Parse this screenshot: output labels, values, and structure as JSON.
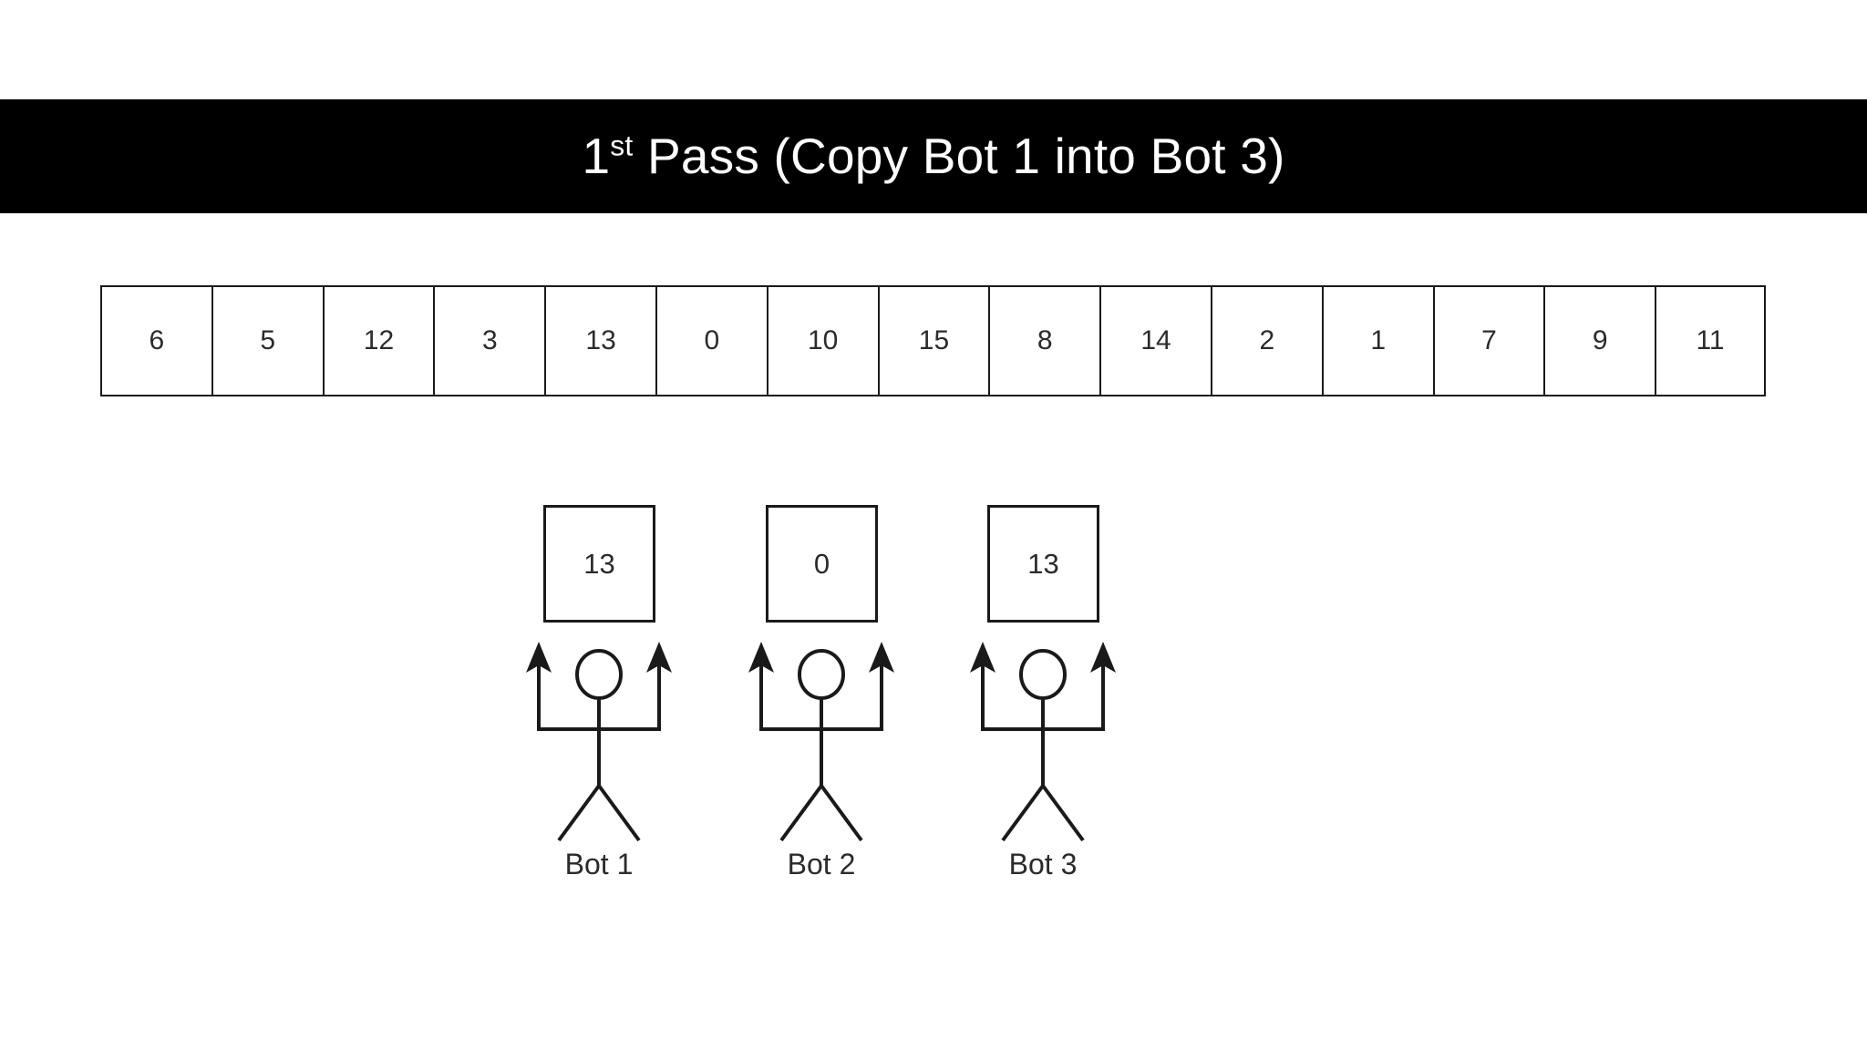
{
  "banner": {
    "title_lead": "1",
    "title_sup": "st",
    "title_rest": " Pass (Copy Bot 1 into Bot 3)",
    "background_color": "#000000",
    "text_color": "#ffffff"
  },
  "array": {
    "label": "array-row",
    "cell_count": 15,
    "values": [
      "6",
      "5",
      "12",
      "3",
      "13",
      "0",
      "10",
      "15",
      "8",
      "14",
      "2",
      "1",
      "7",
      "9",
      "11"
    ],
    "border_color": "#1a1a1a",
    "text_color": "#2b2b2b"
  },
  "bots": [
    {
      "label": "Bot 1",
      "value": "13",
      "icon": "stick-figure-arms-up-icon"
    },
    {
      "label": "Bot 2",
      "value": "0",
      "icon": "stick-figure-arms-up-icon"
    },
    {
      "label": "Bot 3",
      "value": "13",
      "icon": "stick-figure-arms-up-icon"
    }
  ],
  "colors": {
    "page_background": "#ffffff",
    "ink": "#1a1a1a"
  }
}
